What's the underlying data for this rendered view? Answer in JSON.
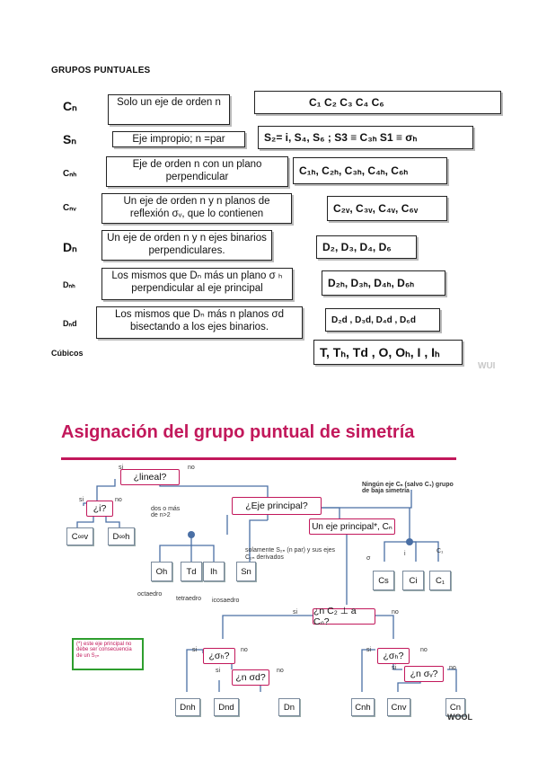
{
  "heading": "GRUPOS PUNTUALES",
  "rows": [
    {
      "label": "Cₙ",
      "desc": "Solo un eje de orden n",
      "groups": "C₁  C₂   C₃  C₄  C₆"
    },
    {
      "label": "Sₙ",
      "desc": "Eje impropio; n =par",
      "groups": "S₂= i, S₄, S₆ ;  S3 ≡ C₃ₕ  S1 ≡ σₕ"
    },
    {
      "label": "Cₙₕ",
      "desc": "Eje de orden n con  un plano perpendicular",
      "groups": "C₁ₕ, C₂ₕ, C₃ₕ, C₄ₕ, C₆ₕ"
    },
    {
      "label": "Cₙᵥ",
      "desc": "Un eje de orden n y n planos de reflexión σᵥ, que lo contienen",
      "groups": "C₂ᵥ, C₃ᵥ, C₄ᵥ, C₆ᵥ"
    },
    {
      "label": "Dₙ",
      "desc": "Un eje de orden n y n ejes binarios perpendiculares.",
      "groups": "D₂, D₃, D₄, D₆"
    },
    {
      "label": "Dₙₕ",
      "desc": "Los mismos que Dₙ más un plano σ ₕ perpendicular al eje principal",
      "groups": "D₂ₕ, D₃ₕ, D₄ₕ, D₆ₕ"
    },
    {
      "label": "Dₙd",
      "desc": "Los mismos que Dₙ más n planos σd bisectando a los ejes binarios.",
      "groups": "D₂d , D₃d, D₄d , D₆d"
    },
    {
      "label": "Cúbicos",
      "desc": "",
      "groups": "T, Tₕ, Td , O, Oₕ, I , Iₕ"
    }
  ],
  "watermark": "WUI",
  "flow": {
    "title": "Asignación del grupo puntual de simetría",
    "q_lineal": "¿lineal?",
    "si": "si",
    "no": "no",
    "q_i": "¿i?",
    "cinfv": "C∞v",
    "dinfh": "D∞h",
    "q_eje": "¿Eje principal?",
    "dos_mas": "dos o más de n>2",
    "oh": "Oh",
    "td": "Td",
    "ih": "Ih",
    "octaedro": "octaedro",
    "tetraedro": "tetraedro",
    "icosaedro": "icosaedro",
    "solamente": "solamente S₂ₙ (n par) y sus ejes C₂ₙ derivados",
    "sn": "Sn",
    "ningun": "Ningún eje Cₙ (salvo C₁) grupo de baja simetría",
    "un_eje": "Un eje principal*, Cₙ",
    "sigma": "σ",
    "i": "i",
    "c1lbl": "C₁",
    "cs": "Cs",
    "ci": "Ci",
    "c1": "C₁",
    "q_nc2": "¿n C₂ ⊥ a Cₙ?",
    "q_sh1": "¿σₕ?",
    "q_nsd": "¿n σd?",
    "q_sh2": "¿σₕ?",
    "q_nsv": "¿n σᵥ?",
    "dnh": "Dnh",
    "dnd": "Dnd",
    "dn": "Dn",
    "cnh": "Cnh",
    "cnv": "Cnv",
    "cn": "Cn",
    "note": "(*) este eje principal no debe ser consecuencia de un S₂ₙ",
    "watermark2": "WOOL"
  }
}
